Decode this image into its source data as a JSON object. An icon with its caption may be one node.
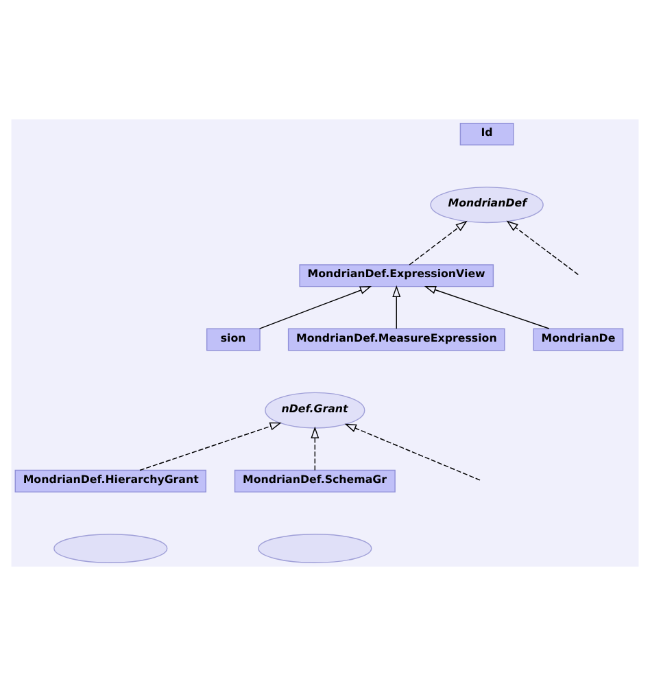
{
  "diagram": {
    "nodes": [
      {
        "text": [
          "Id"
        ]
      },
      {
        "text": [
          "MondrianDef"
        ]
      },
      {
        "text": [
          "MondrianDef.ExpressionView"
        ]
      },
      {
        "text": [
          "sion"
        ]
      },
      {
        "text": [
          "MondrianDef.MeasureExpression"
        ]
      },
      {
        "text": [
          "MondrianDe"
        ]
      },
      {
        "text": [
          "nDef.Grant"
        ]
      },
      {
        "text": [
          "MondrianDef.HierarchyGrant"
        ]
      },
      {
        "text": [
          "MondrianDef.SchemaGr"
        ]
      },
      {
        "text": [],
        "shape": "ellipse"
      },
      {
        "text": [],
        "shape": "ellipse"
      }
    ],
    "edges": [
      {
        "from": 2,
        "to": 1,
        "arrow": "to",
        "style": "dashed"
      },
      {
        "from": null,
        "to": 1,
        "arrow": "to",
        "style": "dashed"
      },
      {
        "from": 3,
        "to": 2,
        "arrow": "to"
      },
      {
        "from": 4,
        "to": 2,
        "arrow": "to"
      },
      {
        "from": 5,
        "to": 2,
        "arrow": "to"
      },
      {
        "from": null,
        "to": 6,
        "arrow": "to",
        "style": "dashed"
      },
      {
        "from": 7,
        "to": 6,
        "arrow": "to",
        "style": "dashed"
      },
      {
        "from": 8,
        "to": 6,
        "arrow": "to",
        "style": "dashed"
      }
    ]
  }
}
